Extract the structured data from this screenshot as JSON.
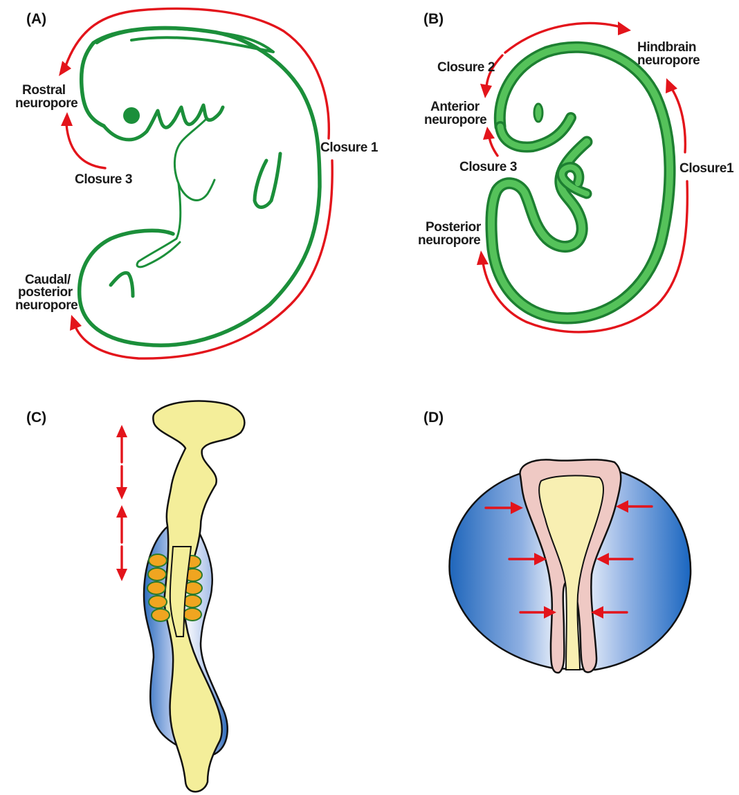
{
  "panels": {
    "a": {
      "label": "(A)",
      "rostral_1": "Rostral",
      "rostral_2": "neuropore",
      "closure3": "Closure 3",
      "closure1": "Closure 1",
      "caudal_1": "Caudal/",
      "caudal_2": "posterior",
      "caudal_3": "neuropore"
    },
    "b": {
      "label": "(B)",
      "hindbrain_1": "Hindbrain",
      "hindbrain_2": "neuropore",
      "closure2": "Closure 2",
      "anterior_1": "Anterior",
      "anterior_2": "neuropore",
      "closure3": "Closure 3",
      "closure1": "Closure1",
      "posterior_1": "Posterior",
      "posterior_2": "neuropore"
    },
    "c": {
      "label": "(C)"
    },
    "d": {
      "label": "(D)"
    }
  },
  "colors": {
    "arrow_red": "#e3141b",
    "embryo_green": "#1b8f3a",
    "neural_plate_yellow": "#f4ee9a",
    "somite_orange": "#f0a520",
    "neural_fold_pink": "#efc9c4",
    "tissue_blue": "#2b78c6"
  }
}
